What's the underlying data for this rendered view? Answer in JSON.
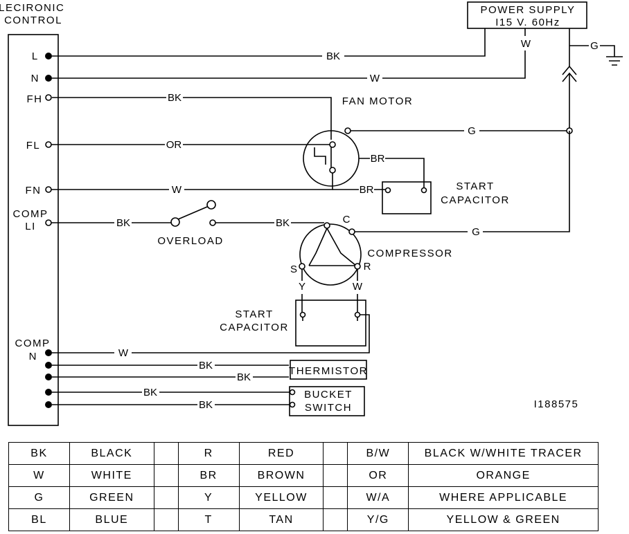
{
  "control": {
    "title_line1": "ELECIRONIC",
    "title_line2": "CONTROL",
    "terminals": {
      "l": "L",
      "n": "N",
      "fh": "FH",
      "fl": "FL",
      "fn": "FN",
      "comp_l1_a": "COMP",
      "comp_l1_b": "LI",
      "comp_n_a": "COMP",
      "comp_n_b": "N"
    }
  },
  "power_supply": {
    "line1": "POWER SUPPLY",
    "line2": "I15 V. 60Hz"
  },
  "wires": {
    "bk": "BK",
    "w": "W",
    "or": "OR",
    "g": "G",
    "br": "BR",
    "y": "Y"
  },
  "components": {
    "fan_motor": "FAN MOTOR",
    "start_cap_fan_line1": "START",
    "start_cap_fan_line2": "CAPACITOR",
    "overload": "OVERLOAD",
    "compressor": "COMPRESSOR",
    "comp_c": "C",
    "comp_s": "S",
    "comp_r": "R",
    "start_cap_comp_line1": "START",
    "start_cap_comp_line2": "CAPACITOR",
    "thermistor": "THERMISTOR",
    "bucket_line1": "BUCKET",
    "bucket_line2": "SWITCH"
  },
  "part_number": "I188575",
  "legend": [
    [
      "BK",
      "BLACK",
      "R",
      "RED",
      "B/W",
      "BLACK W/WHITE TRACER"
    ],
    [
      "W",
      "WHITE",
      "BR",
      "BROWN",
      "OR",
      "ORANGE"
    ],
    [
      "G",
      "GREEN",
      "Y",
      "YELLOW",
      "W/A",
      "WHERE APPLICABLE"
    ],
    [
      "BL",
      "BLUE",
      "T",
      "TAN",
      "Y/G",
      "YELLOW & GREEN"
    ]
  ]
}
